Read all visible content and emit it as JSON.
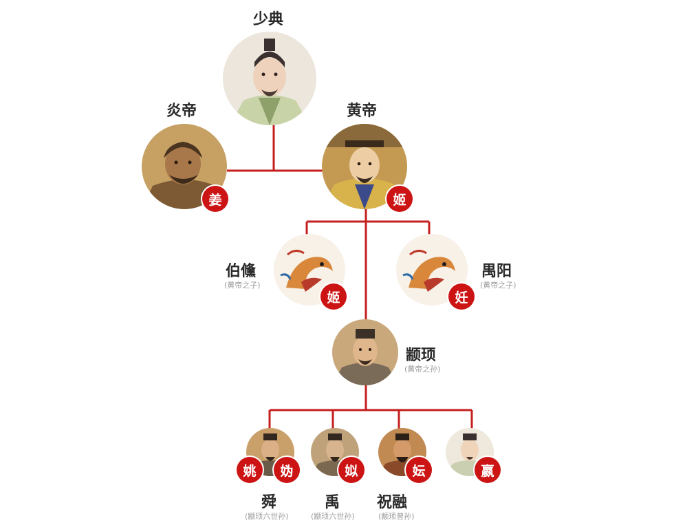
{
  "colors": {
    "line": "#c41e1e",
    "badge": "#cc1414"
  },
  "people": {
    "shaodian": {
      "name": "少典",
      "relation": "",
      "badges": []
    },
    "yandi": {
      "name": "炎帝",
      "relation": "",
      "badges": [
        "姜"
      ]
    },
    "huangdi": {
      "name": "黄帝",
      "relation": "",
      "badges": [
        "姬"
      ]
    },
    "boshu": {
      "name": "伯儵",
      "relation": "(黄帝之子)",
      "badges": [
        "姬"
      ]
    },
    "yuyang": {
      "name": "禺阳",
      "relation": "(黄帝之子)",
      "badges": [
        "妊"
      ]
    },
    "zhuanxu": {
      "name": "颛顼",
      "relation": "(黄帝之孙)",
      "badges": []
    },
    "shun": {
      "name": "舜",
      "relation": "(颛顼六世孙)",
      "badges": [
        "姚",
        "妫"
      ]
    },
    "yu": {
      "name": "禹",
      "relation": "(颛顼六世孙)",
      "badges": [
        "姒"
      ]
    },
    "zhurong": {
      "name": "祝融",
      "relation": "(颛顼曾孙)",
      "badges": [
        "妘"
      ]
    },
    "fourth": {
      "name": "",
      "relation": "",
      "badges": [
        "嬴"
      ]
    }
  }
}
